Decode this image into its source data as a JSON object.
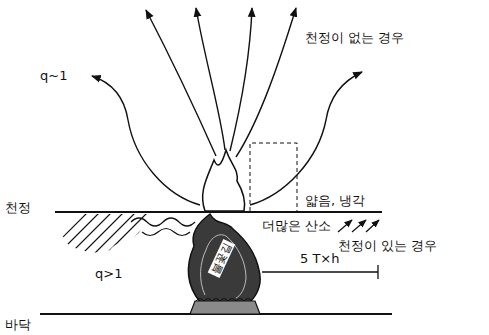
{
  "diagram": {
    "labels": [
      "q~1",
      "천정이 없는 경우",
      "천정",
      "얇음, 냉각",
      "더많은 산소",
      "천정이 있는 경우",
      "5 T×h",
      "q>1",
      "불꽃길",
      "바닥"
    ]
  }
}
